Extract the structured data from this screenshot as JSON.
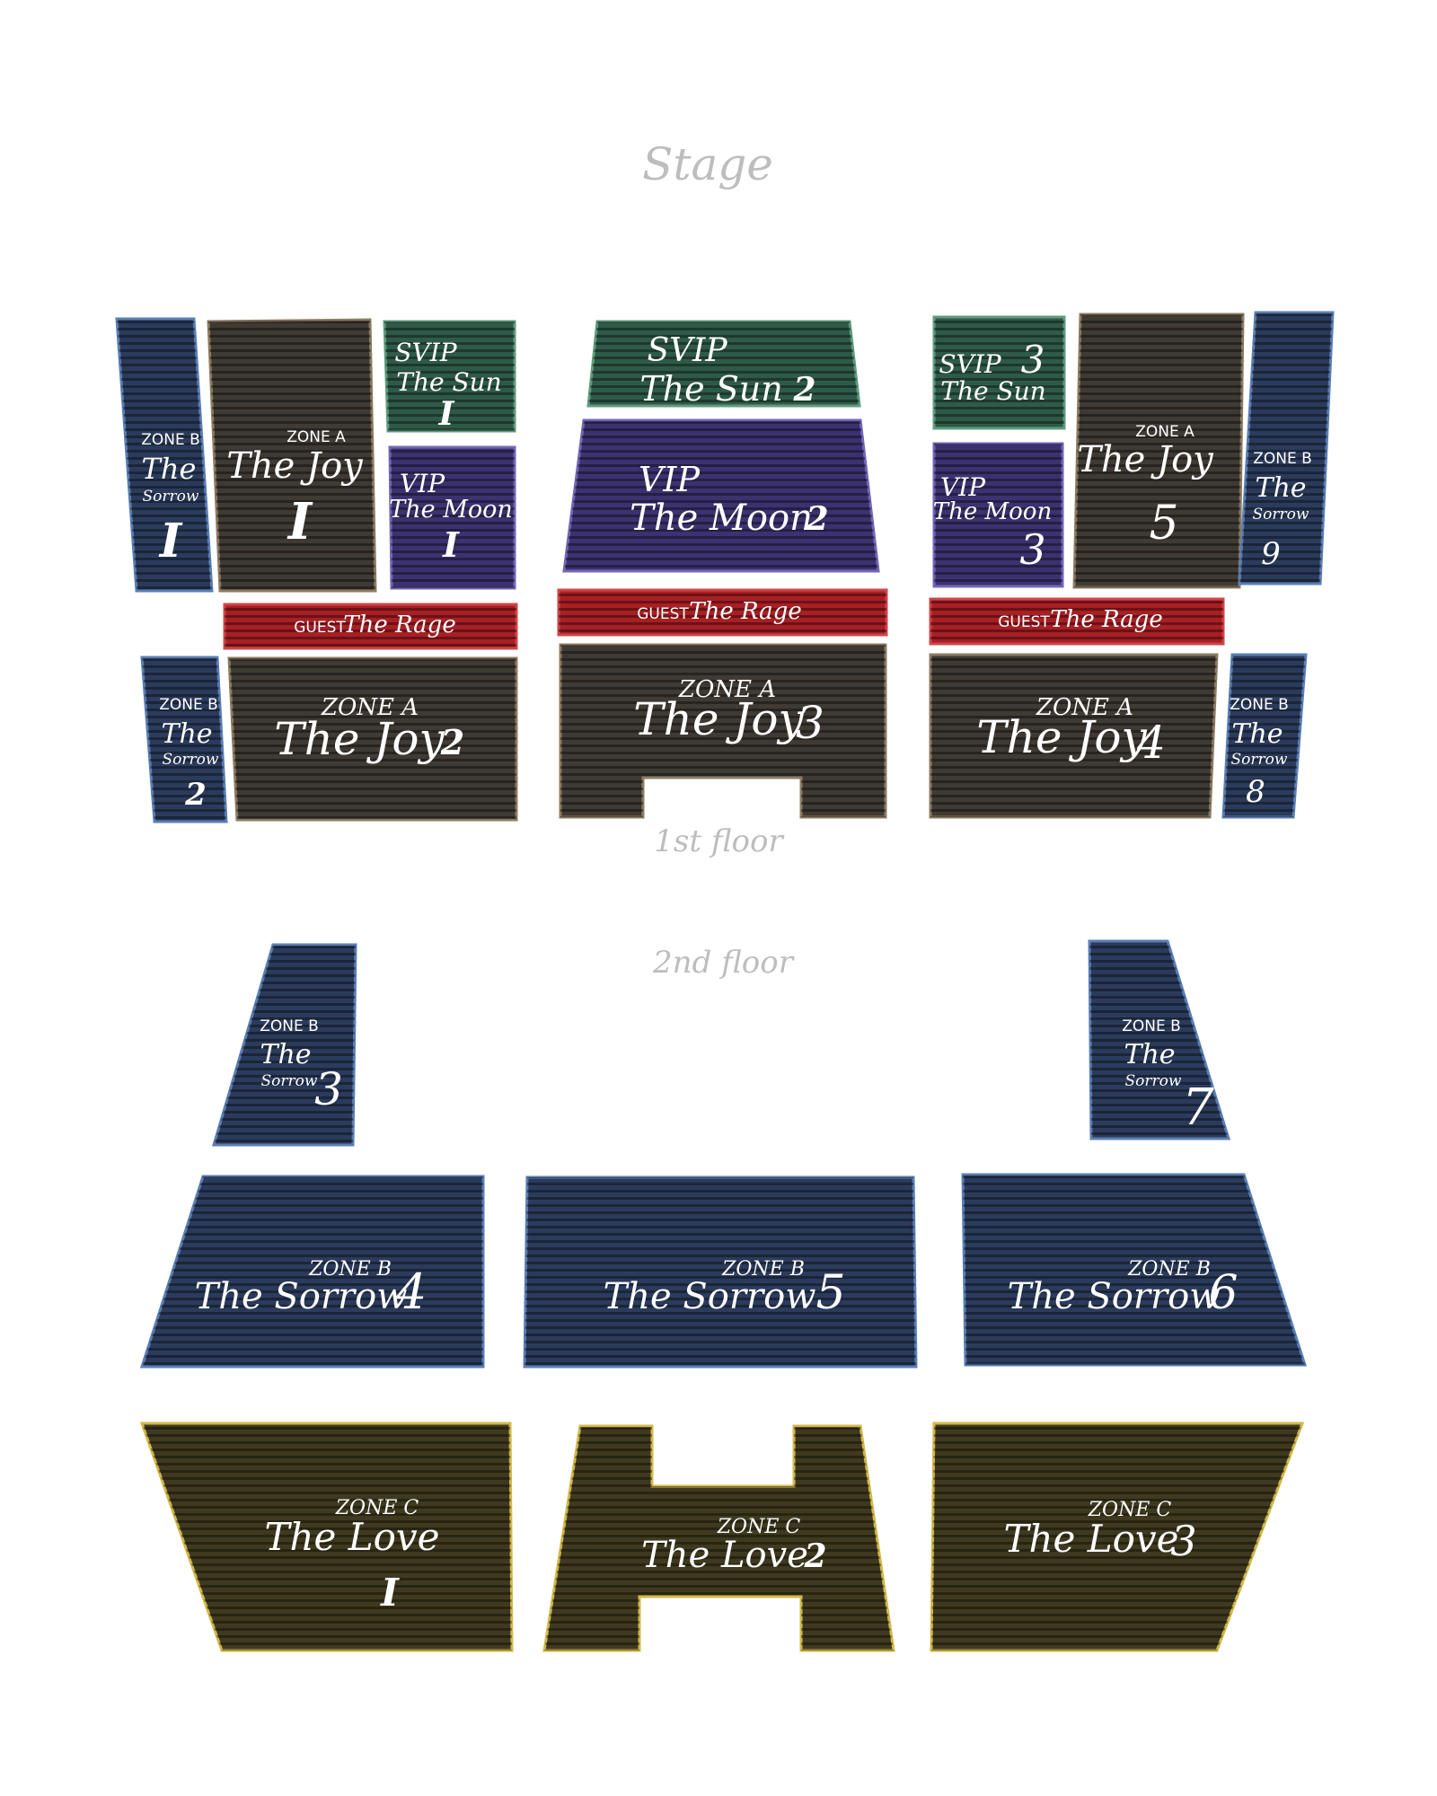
{
  "venue_labels": {
    "stage": "Stage",
    "first_floor": "1st floor",
    "second_floor": "2nd floor"
  },
  "colors": {
    "sorrow": "#2b3b5c",
    "sorrow_border": "#5a7fb5",
    "joy": "#3f3a33",
    "joy_border": "#8c7c63",
    "sun": "#2f5a48",
    "sun_border": "#5f9c80",
    "moon": "#3c3270",
    "moon_border": "#7466b8",
    "rage": "#a81f24",
    "rage_border": "#d0444a",
    "love": "#3f3a1f",
    "love_border": "#d3b84a"
  },
  "sections": {
    "sorrow1": {
      "zone": "ZONE B",
      "name1": "The",
      "name2": "Sorrow",
      "num": "I"
    },
    "joy1": {
      "zone": "ZONE A",
      "name": "The Joy",
      "num": "I"
    },
    "sun1": {
      "zone": "SVIP",
      "name": "The Sun",
      "num": "I"
    },
    "moon1": {
      "zone": "VIP",
      "name": "The Moon",
      "num": "I"
    },
    "sun2": {
      "zone": "SVIP",
      "name": "The Sun",
      "num": "2"
    },
    "moon2": {
      "zone": "VIP",
      "name": "The Moon",
      "num": "2"
    },
    "sun3": {
      "zone": "SVIP",
      "name": "The Sun",
      "num": "3"
    },
    "moon3": {
      "zone": "VIP",
      "name": "The Moon",
      "num": "3"
    },
    "joy5": {
      "zone": "ZONE A",
      "name": "The Joy",
      "num": "5"
    },
    "sorrow9": {
      "zone": "ZONE B",
      "name1": "The",
      "name2": "Sorrow",
      "num": "9"
    },
    "rage1": {
      "zone": "GUEST",
      "name": "The Rage"
    },
    "rage2": {
      "zone": "GUEST",
      "name": "The Rage"
    },
    "rage3": {
      "zone": "GUEST",
      "name": "The Rage"
    },
    "sorrow2": {
      "zone": "ZONE B",
      "name1": "The",
      "name2": "Sorrow",
      "num": "2"
    },
    "joy2": {
      "zone": "ZONE A",
      "name": "The Joy",
      "num": "2"
    },
    "joy3": {
      "zone": "ZONE A",
      "name": "The Joy",
      "num": "3"
    },
    "joy4": {
      "zone": "ZONE A",
      "name": "The Joy",
      "num": "4"
    },
    "sorrow8": {
      "zone": "ZONE B",
      "name1": "The",
      "name2": "Sorrow",
      "num": "8"
    },
    "sorrow3": {
      "zone": "ZONE B",
      "name1": "The",
      "name2": "Sorrow",
      "num": "3"
    },
    "sorrow7": {
      "zone": "ZONE B",
      "name1": "The",
      "name2": "Sorrow",
      "num": "7"
    },
    "sorrow4": {
      "zone": "ZONE B",
      "name": "The Sorrow",
      "num": "4"
    },
    "sorrow5": {
      "zone": "ZONE B",
      "name": "The Sorrow",
      "num": "5"
    },
    "sorrow6": {
      "zone": "ZONE B",
      "name": "The Sorrow",
      "num": "6"
    },
    "love1": {
      "zone": "ZONE C",
      "name": "The Love",
      "num": "I"
    },
    "love2": {
      "zone": "ZONE C",
      "name": "The Love",
      "num": "2"
    },
    "love3": {
      "zone": "ZONE C",
      "name": "The Love",
      "num": "3"
    }
  }
}
